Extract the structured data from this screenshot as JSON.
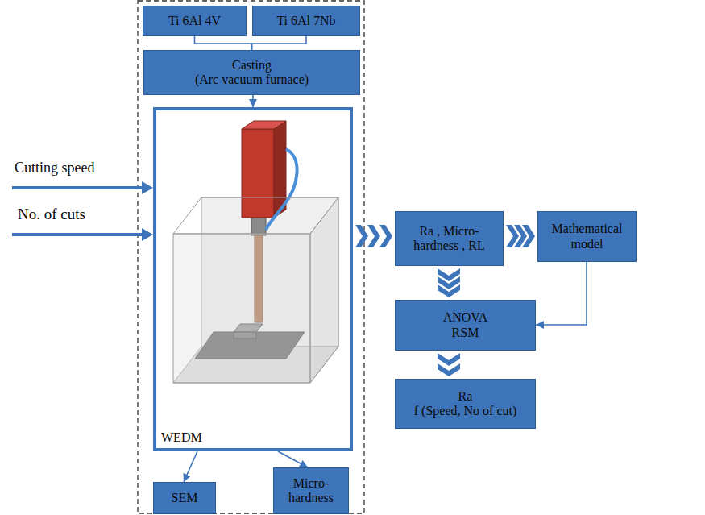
{
  "diagram": {
    "nodes": [
      {
        "text": [
          "Ti 6Al 4V"
        ]
      },
      {
        "text": [
          "Ti 6Al 7Nb"
        ]
      },
      {
        "text": [
          "Casting",
          "(Arc vacuum furnace)"
        ]
      },
      {
        "text": [
          "WEDM"
        ]
      },
      {
        "text": [
          "SEM"
        ]
      },
      {
        "text": [
          "Micro-hardness"
        ]
      },
      {
        "text": [
          "Ra , Micro-hardness , RL"
        ]
      },
      {
        "text": [
          "Mathematical model"
        ]
      },
      {
        "text": [
          "ANOVA",
          "RSM"
        ]
      },
      {
        "text": [
          "Ra",
          "f (Speed, No of cut)"
        ]
      }
    ],
    "edges": [
      {
        "from": 0,
        "to": 2,
        "arrow": "none"
      },
      {
        "from": 1,
        "to": 2,
        "arrow": "none"
      },
      {
        "from": 2,
        "to": 3,
        "arrow": "to"
      },
      {
        "from": 3,
        "to": 4,
        "arrow": "to"
      },
      {
        "from": 3,
        "to": 5,
        "arrow": "to"
      },
      {
        "from": 3,
        "to": 6,
        "arrow": "to"
      },
      {
        "from": 6,
        "to": 7,
        "arrow": "to"
      },
      {
        "from": 6,
        "to": 8,
        "arrow": "to"
      },
      {
        "from": 7,
        "to": 8,
        "arrow": "to"
      },
      {
        "from": 8,
        "to": 9,
        "arrow": "to"
      }
    ],
    "labels": [
      "Cutting speed",
      "No. of cuts"
    ]
  }
}
